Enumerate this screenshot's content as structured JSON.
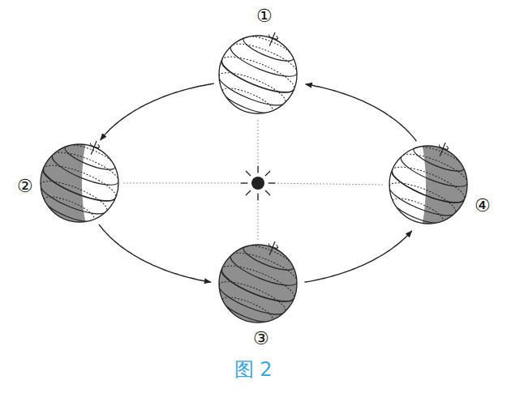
{
  "diagram": {
    "caption": "图 2",
    "nodes": [
      {
        "text": [
          "①"
        ]
      },
      {
        "text": [
          "②"
        ]
      },
      {
        "text": [
          "③"
        ]
      },
      {
        "text": [
          "④"
        ]
      }
    ],
    "edges": [
      {
        "from": 0,
        "to": 1,
        "arrow": "to"
      },
      {
        "from": 1,
        "to": 2,
        "arrow": "to"
      },
      {
        "from": 2,
        "to": 3,
        "arrow": "to"
      },
      {
        "from": 3,
        "to": 0,
        "arrow": "to"
      }
    ]
  }
}
